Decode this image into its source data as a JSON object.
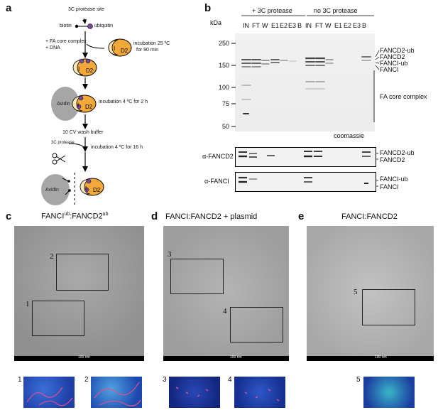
{
  "panels": {
    "a": "a",
    "b": "b",
    "c": "c",
    "d": "d",
    "e": "e"
  },
  "schematic": {
    "site_label": "3C protease site",
    "biotin_label": "biotin",
    "ubiquitin_label": "ubiquitin",
    "add_line1": "+ FA core complex",
    "add_line2": "+ DNA",
    "step1_line1": "incubation 25 ºC",
    "step1_line2": "for 90 min",
    "avidin1": "Avidin",
    "step2": "incubation 4 ºC for 2 h",
    "wash": "10 CV wash buffer",
    "protease_label": "3C protease",
    "step3": "incubation 4 ºC for 16 h",
    "avidin2": "Avidin",
    "subunit_I": "I",
    "subunit_D2": "D2"
  },
  "gel": {
    "kda_label": "kDa",
    "group1": "+ 3C protease",
    "group2": "no 3C protease",
    "lanes": [
      "IN",
      "FT",
      "W",
      "E1",
      "E2",
      "E3",
      "B",
      "IN",
      "FT",
      "W",
      "E1",
      "E2",
      "E3",
      "B"
    ],
    "markers": [
      "250",
      "150",
      "100",
      "75",
      "50"
    ],
    "right_labels": [
      "FANCD2-ub",
      "FANCD2",
      "FANCI-ub",
      "FANCI"
    ],
    "core_label": "FA core complex",
    "stain_label": "coomassie",
    "blot1_label": "α-FANCD2",
    "blot1_right": [
      "FANCD2-ub",
      "FANCD2"
    ],
    "blot2_label": "α-FANCI",
    "blot2_right": [
      "FANCI-ub",
      "FANCI"
    ]
  },
  "em": {
    "c_title_main": "FANCI",
    "c_title_sup1": "ub",
    "c_title_mid": ":FANCD2",
    "c_title_sup2": "ub",
    "d_title": "FANCI:FANCD2 + plasmid",
    "e_title": "FANCI:FANCD2",
    "box_c1": "1",
    "box_c2": "2",
    "box_d3": "3",
    "box_d4": "4",
    "box_e5": "5",
    "scale": "100 nm",
    "inset_labels": [
      "1",
      "2",
      "3",
      "4",
      "5"
    ]
  }
}
